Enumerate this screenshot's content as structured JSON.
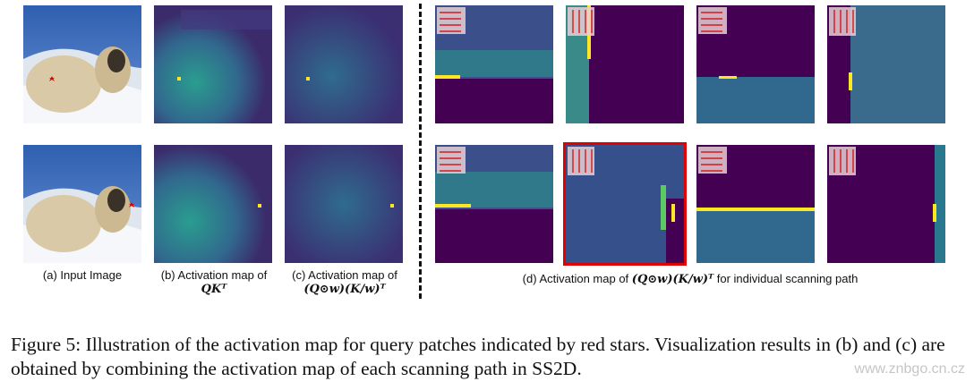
{
  "captions": {
    "a": "(a) Input Image",
    "b_text": "(b) Activation map of",
    "b_math": "QKᵀ",
    "c_text": "(c) Activation map of",
    "c_math": "(Q⊙w)(K/w)ᵀ",
    "d_prefix": "(d) Activation map of",
    "d_math": "(Q⊙w)(K/w)ᵀ",
    "d_suffix": "for individual scanning path"
  },
  "figure_caption": "Figure 5: Illustration of the activation map for query patches indicated by red stars. Visualization results in (b) and (c) are obtained by combining the activation map of each scanning path in SS2D.",
  "watermark": "www.znbgo.cn.cz",
  "colors": {
    "viridis_dark": "#440154",
    "viridis_mid": "#2a788e",
    "viridis_bright": "#fde725",
    "highlight_border": "#e00000",
    "star": "#e00000",
    "scan_arrow": "#d00000"
  },
  "rows": [
    {
      "row": "top",
      "scan_paths": [
        "horizontal",
        "vertical",
        "horizontal",
        "vertical"
      ],
      "highlighted_panel": null
    },
    {
      "row": "bottom",
      "scan_paths": [
        "horizontal",
        "vertical",
        "horizontal",
        "vertical"
      ],
      "highlighted_panel": "d2"
    }
  ]
}
